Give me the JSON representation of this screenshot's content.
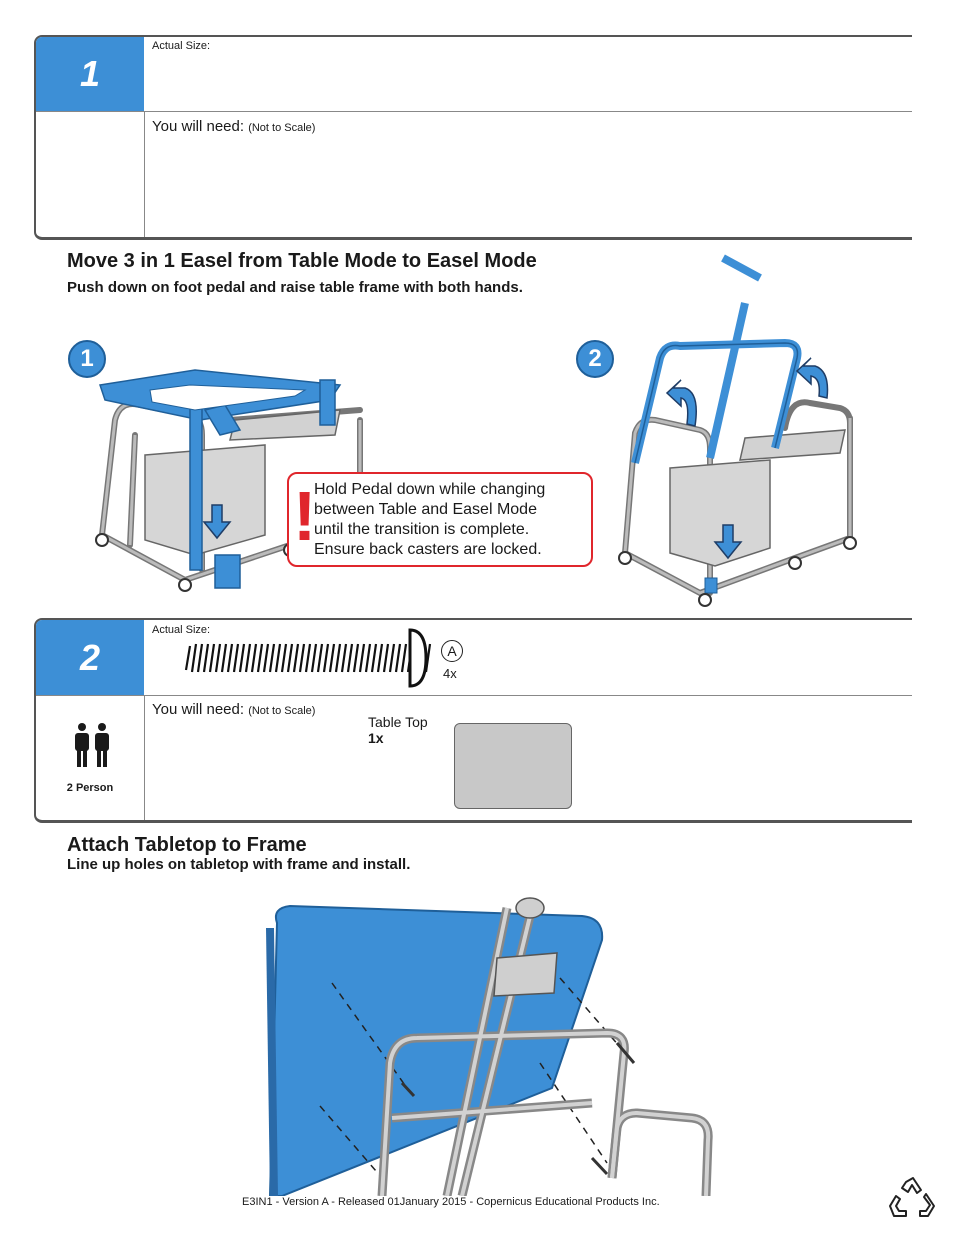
{
  "step1": {
    "number": "1",
    "actual_size_label": "Actual Size:",
    "you_will_need_label": "You will need:",
    "not_to_scale_label": "(Not to Scale)"
  },
  "section1": {
    "title": "Move 3 in 1 Easel from Table Mode to Easel Mode",
    "subtitle": "Push down on foot pedal and raise table frame with both hands.",
    "figure1_number": "1",
    "figure2_number": "2",
    "warning_mark": "!",
    "warning_lines": [
      "Hold Pedal down while changing",
      "between Table and Easel Mode",
      "until the transition is complete.",
      "Ensure back casters are locked."
    ]
  },
  "step2": {
    "number": "2",
    "actual_size_label": "Actual Size:",
    "part_letter": "A",
    "part_qty": "4x",
    "you_will_need_label": "You will need:",
    "not_to_scale_label": "(Not to Scale)",
    "persons_label": "2 Person",
    "item_name": "Table Top",
    "item_qty": "1x"
  },
  "section2": {
    "title": "Attach Tabletop to Frame",
    "subtitle": "Line up holes on tabletop with frame and install."
  },
  "footer": {
    "text": "E3IN1 - Version A - Released 01January 2015 - Copernicus Educational Products Inc."
  },
  "colors": {
    "accent_blue": "#3d8fd6",
    "warning_red": "#e0262c",
    "frame_gray": "#b5b5b5"
  },
  "icons": [
    "person-icon",
    "recycle-icon",
    "screw-icon",
    "arrow-down-icon",
    "arrow-curved-up-icon"
  ]
}
